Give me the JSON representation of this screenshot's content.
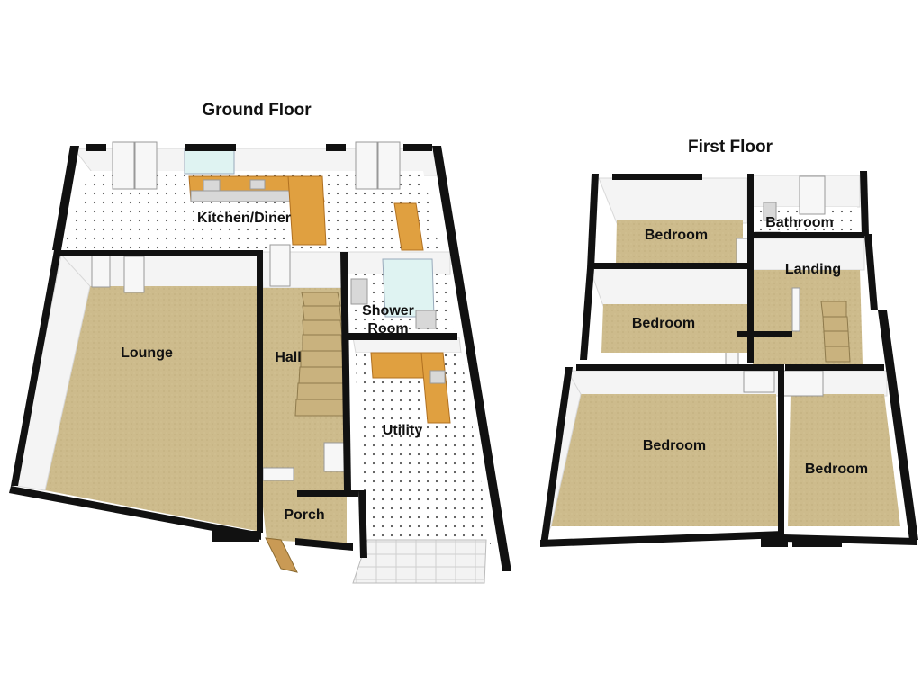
{
  "floors": [
    {
      "title": "Ground Floor",
      "rooms": [
        {
          "label": "Kitchen/Diner",
          "floor": "tile"
        },
        {
          "label": "Lounge",
          "floor": "carpet"
        },
        {
          "label": "Hall",
          "floor": "carpet"
        },
        {
          "label": "Shower",
          "floor": "tile"
        },
        {
          "label": "Room",
          "floor": "tile"
        },
        {
          "label": "Utility",
          "floor": "tile"
        },
        {
          "label": "Porch",
          "floor": "carpet"
        }
      ]
    },
    {
      "title": "First Floor",
      "rooms": [
        {
          "label": "Bedroom",
          "floor": "carpet"
        },
        {
          "label": "Bathroom",
          "floor": "tile"
        },
        {
          "label": "Landing",
          "floor": "carpet"
        },
        {
          "label": "Bedroom",
          "floor": "carpet"
        },
        {
          "label": "Bedroom",
          "floor": "carpet"
        },
        {
          "label": "Bedroom",
          "floor": "carpet"
        }
      ]
    }
  ],
  "colors": {
    "carpet": "#cdbb8c",
    "tile": "#ffffff",
    "wall_top": "#111111",
    "worktop": "#e0a040",
    "glass": "#dff3f2"
  }
}
